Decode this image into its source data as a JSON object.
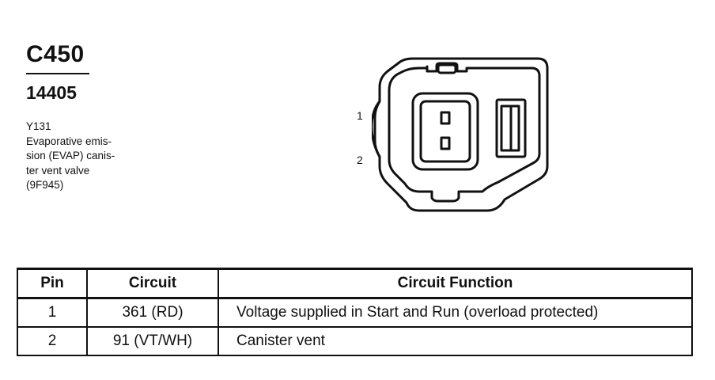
{
  "connector": {
    "id": "C450",
    "harness": "14405",
    "component_lines": [
      "Y131",
      "Evaporative emis-",
      "sion (EVAP) canis-",
      "ter vent valve",
      "(9F945)"
    ]
  },
  "diagram": {
    "pin_labels": [
      "1",
      "2"
    ]
  },
  "table": {
    "headers": [
      "Pin",
      "Circuit",
      "Circuit Function"
    ],
    "rows": [
      {
        "pin": "1",
        "circuit": "361 (RD)",
        "function": "Voltage supplied in Start and Run (overload protected)"
      },
      {
        "pin": "2",
        "circuit": "91 (VT/WH)",
        "function": "Canister vent"
      }
    ]
  }
}
